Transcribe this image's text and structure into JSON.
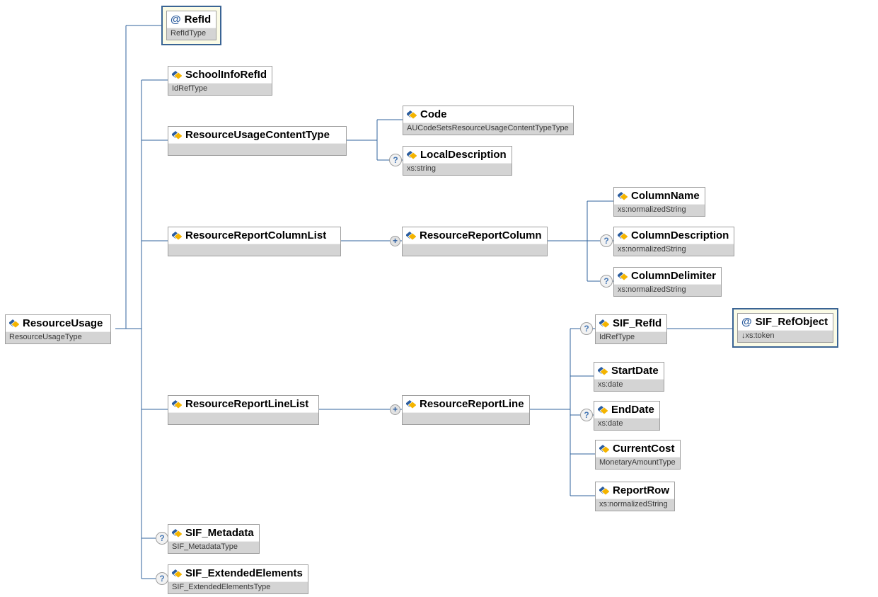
{
  "badges": {
    "optional": "?",
    "repeating": "+",
    "attribute": "@"
  },
  "colors": {
    "connector": "#31639c",
    "box_border": "#9e9e9e",
    "type_strip": "#d4d4d4",
    "attribute_box_bg": "#fbfbe6",
    "attribute_box_border": "#3a6494",
    "icon_blue": "#2b5c9e",
    "icon_gold": "#f4b400",
    "badge_text": "#4a7ab5"
  },
  "nodes": {
    "resource_usage": {
      "label": "ResourceUsage",
      "type": "ResourceUsageType"
    },
    "refid": {
      "label": "RefId",
      "type": "RefIdType"
    },
    "school_info_refid": {
      "label": "SchoolInfoRefId",
      "type": "IdRefType"
    },
    "resource_usage_content_type": {
      "label": "ResourceUsageContentType",
      "type": ""
    },
    "code": {
      "label": "Code",
      "type": "AUCodeSetsResourceUsageContentTypeType"
    },
    "local_description": {
      "label": "LocalDescription",
      "type": "xs:string"
    },
    "resource_report_column_list": {
      "label": "ResourceReportColumnList",
      "type": ""
    },
    "resource_report_column": {
      "label": "ResourceReportColumn",
      "type": ""
    },
    "column_name": {
      "label": "ColumnName",
      "type": "xs:normalizedString"
    },
    "column_description": {
      "label": "ColumnDescription",
      "type": "xs:normalizedString"
    },
    "column_delimiter": {
      "label": "ColumnDelimiter",
      "type": "xs:normalizedString"
    },
    "resource_report_line_list": {
      "label": "ResourceReportLineList",
      "type": ""
    },
    "resource_report_line": {
      "label": "ResourceReportLine",
      "type": ""
    },
    "sif_refid": {
      "label": "SIF_RefId",
      "type": "IdRefType"
    },
    "sif_refobject": {
      "label": "SIF_RefObject",
      "type": "↓xs:token"
    },
    "start_date": {
      "label": "StartDate",
      "type": "xs:date"
    },
    "end_date": {
      "label": "EndDate",
      "type": "xs:date"
    },
    "current_cost": {
      "label": "CurrentCost",
      "type": "MonetaryAmountType"
    },
    "report_row": {
      "label": "ReportRow",
      "type": "xs:normalizedString"
    },
    "sif_metadata": {
      "label": "SIF_Metadata",
      "type": "SIF_MetadataType"
    },
    "sif_extended_elements": {
      "label": "SIF_ExtendedElements",
      "type": "SIF_ExtendedElementsType"
    }
  }
}
